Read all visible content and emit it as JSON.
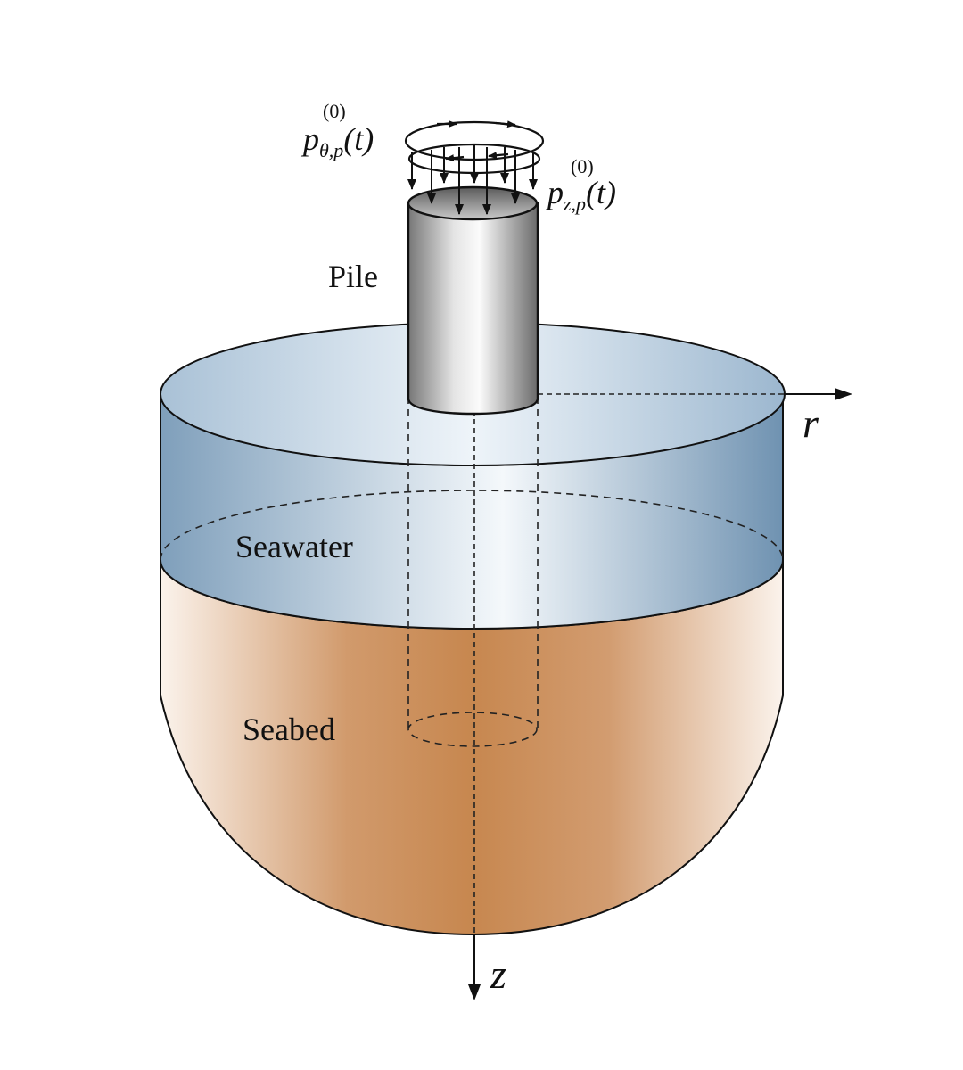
{
  "labels": {
    "pile": "Pile",
    "seawater": "Seawater",
    "seabed": "Seabed",
    "axis_r": "r",
    "axis_z": "z"
  },
  "loads": {
    "torsional": {
      "base": "p",
      "superscript": "(0)",
      "subscript": "θ,p",
      "argument": "(t)"
    },
    "vertical": {
      "base": "p",
      "superscript": "(0)",
      "subscript": "z,p",
      "argument": "(t)"
    }
  },
  "colors": {
    "seawater": "#8fb0c9",
    "seawater_light": "#f2f7fb",
    "seabed": "#c98a58",
    "seabed_light": "#fbf2ea",
    "pile_dark": "#6f6f6f",
    "pile_light": "#fafafa",
    "line": "#111111"
  }
}
